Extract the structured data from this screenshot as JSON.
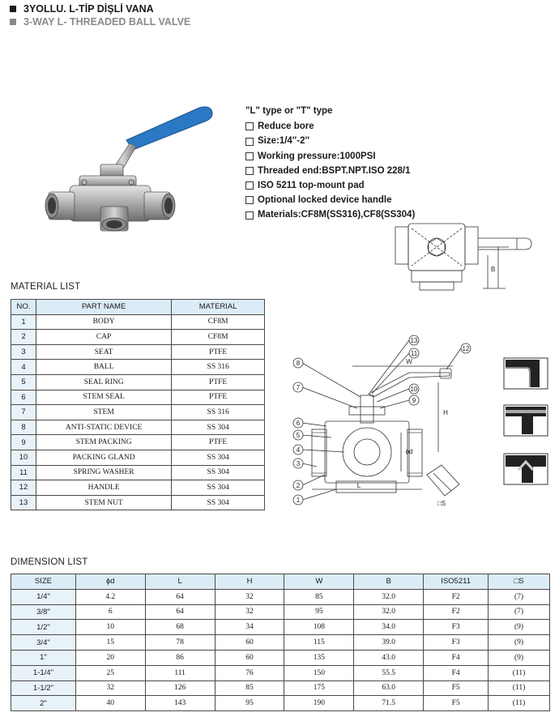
{
  "header": {
    "title_tr": "3YOLLU. L-TİP DİŞLİ VANA",
    "title_en": "3-WAY  L- THREADED BALL VALVE"
  },
  "features": {
    "heading": "\"L\" type or \"T\" type",
    "items": [
      "Reduce bore",
      "Size:1/4''-2''",
      "Working pressure:1000PSI",
      "Threaded end:BSPT.NPT.ISO 228/1",
      "ISO 5211 top-mount pad",
      "Optional locked device handle",
      "Materials:CF8M(SS316),CF8(SS304)"
    ]
  },
  "material_list": {
    "label": "MATERIAL LIST",
    "headers": [
      "NO.",
      "PART NAME",
      "MATERIAL"
    ],
    "rows": [
      [
        "1",
        "BODY",
        "CF8M"
      ],
      [
        "2",
        "CAP",
        "CF8M"
      ],
      [
        "3",
        "SEAT",
        "PTFE"
      ],
      [
        "4",
        "BALL",
        "SS 316"
      ],
      [
        "5",
        "SEAL RING",
        "PTFE"
      ],
      [
        "6",
        "STEM SEAL",
        "PTFE"
      ],
      [
        "7",
        "STEM",
        "SS 316"
      ],
      [
        "8",
        "ANTI-STATIC DEVICE",
        "SS 304"
      ],
      [
        "9",
        "STEM PACKING",
        "PTFE"
      ],
      [
        "10",
        "PACKING GLAND",
        "SS 304"
      ],
      [
        "11",
        "SPRING WASHER",
        "SS 304"
      ],
      [
        "12",
        "HANDLE",
        "SS 304"
      ],
      [
        "13",
        "STEM NUT",
        "SS 304"
      ]
    ]
  },
  "dimension_list": {
    "label": "DIMENSION LIST",
    "headers": [
      "SIZE",
      "ϕd",
      "L",
      "H",
      "W",
      "B",
      "ISO5211",
      "□S"
    ],
    "rows": [
      [
        "1/4\"",
        "4.2",
        "64",
        "32",
        "85",
        "32.0",
        "F2",
        "(7)"
      ],
      [
        "3/8\"",
        "6",
        "64",
        "32",
        "95",
        "32.0",
        "F2",
        "(7)"
      ],
      [
        "1/2\"",
        "10",
        "68",
        "34",
        "108",
        "34.0",
        "F3",
        "(9)"
      ],
      [
        "3/4\"",
        "15",
        "78",
        "60",
        "115",
        "39.0",
        "F3",
        "(9)"
      ],
      [
        "1\"",
        "20",
        "86",
        "60",
        "135",
        "43.0",
        "F4",
        "(9)"
      ],
      [
        "1-1/4\"",
        "25",
        "111",
        "76",
        "150",
        "55.5",
        "F4",
        "(11)"
      ],
      [
        "1-1/2\"",
        "32",
        "126",
        "85",
        "175",
        "63.0",
        "F5",
        "(11)"
      ],
      [
        "2\"",
        "40",
        "143",
        "95",
        "190",
        "71.5",
        "F5",
        "(11)"
      ]
    ]
  },
  "drawing": {
    "callouts": [
      "1",
      "2",
      "3",
      "4",
      "5",
      "6",
      "7",
      "8",
      "9",
      "10",
      "11",
      "12",
      "13"
    ],
    "dim_labels": {
      "W": "W",
      "H": "H",
      "L": "L",
      "d": "ϕd",
      "S": "□S",
      "B": "B"
    }
  },
  "colors": {
    "handle_blue": "#2b78c4",
    "table_header": "#dcecf6"
  }
}
